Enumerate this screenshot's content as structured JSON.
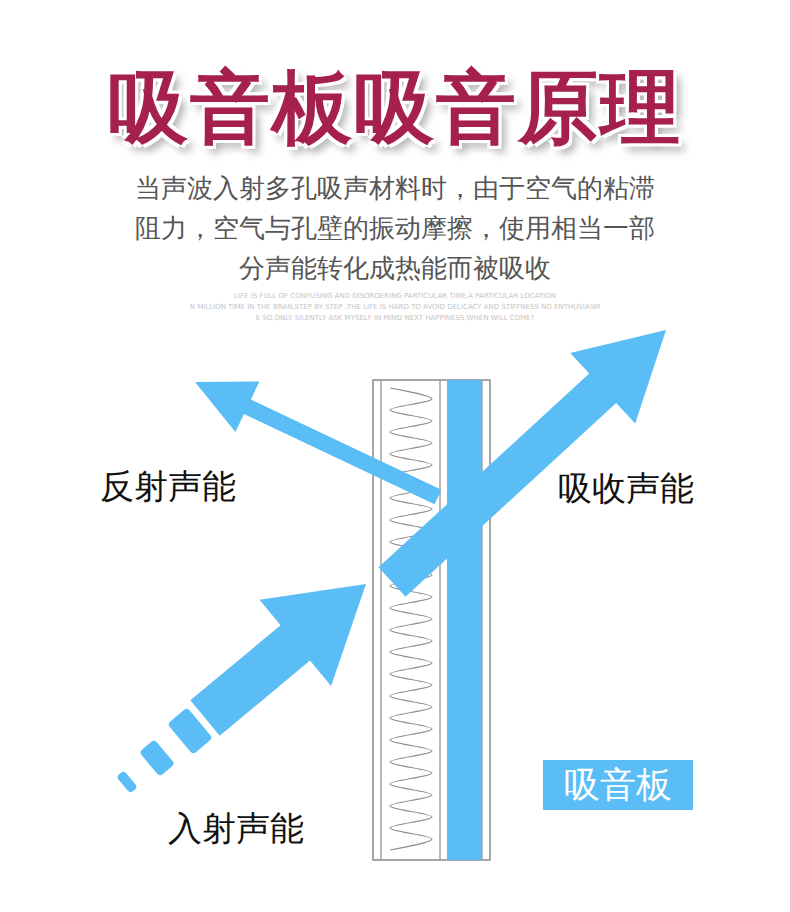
{
  "diagram": {
    "title": "吸音板吸音原理",
    "nodes": [
      {
        "text": [
          "吸音板"
        ]
      }
    ],
    "labels": [
      "当声波入射多孔吸声材料时，由于空气的粘滞 阻力，空气与孔壁的振动摩擦，使用相当一部 分声能转化成热能而被吸收",
      "LIFE IS FULL OF CONFUSING AND DISORDERING PARTICULAR TIME,A PARTICULAR LOCATION",
      "N MILLION TIME IN THE BRAN,STEP BY STEP ,THE LIFE IS HARD TO AVOID DELICACY AND STIFFNESS NO ENTHUSIASM",
      "E SO,ONLY SILENTLY ASK MYSELF IN MIND NEXT HAPPINESS,WHEN WILL COME?",
      "反射声能",
      "吸收声能",
      "入射声能"
    ]
  }
}
